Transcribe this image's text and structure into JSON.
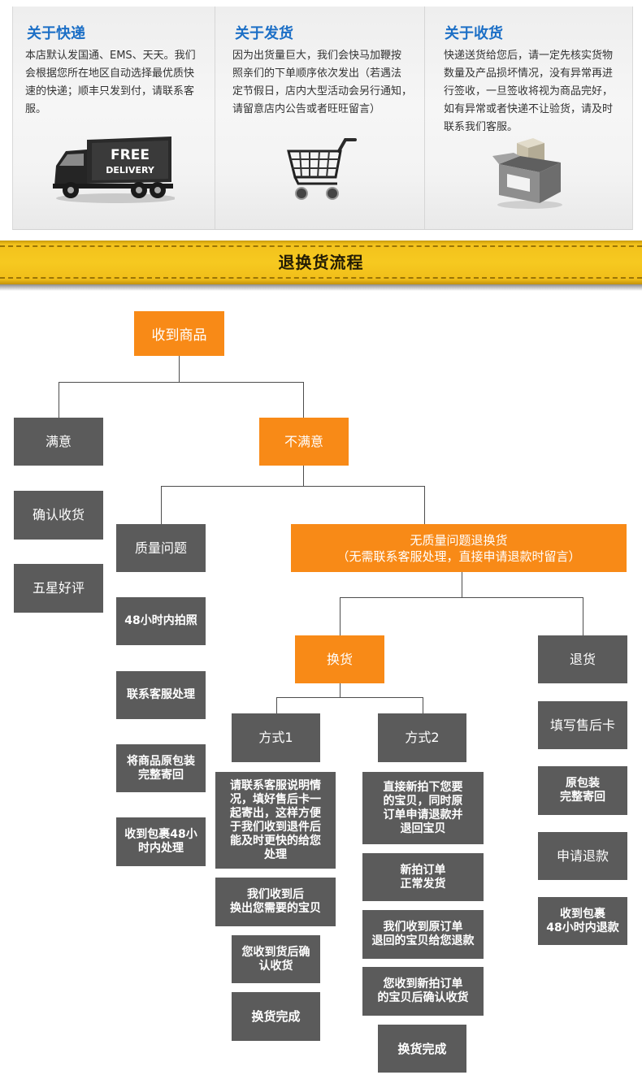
{
  "colors": {
    "accent_orange": "#f88a17",
    "node_gray": "#5b5b5b",
    "title_blue": "#1c6fc6",
    "banner_yellow": "#f4c41c"
  },
  "info_panels": [
    {
      "title": "关于快递",
      "text": "本店默认发国通、EMS、天天。我们\n会根据您所在地区自动选择最优质快\n速的快递；顺丰只发到付，请联系客\n服。",
      "icon": "truck-icon",
      "icon_text": [
        "FREE",
        "DELIVERY"
      ]
    },
    {
      "title": "关于发货",
      "text": "因为出货量巨大，我们会快马加鞭按\n照亲们的下单顺序依次发出（若遇法\n定节假日，店内大型活动会另行通知，\n请留意店内公告或者旺旺留言）",
      "icon": "shopping-cart-icon"
    },
    {
      "title": "关于收货",
      "text": "快递送货给您后，请一定先核实货物\n数量及产品损坏情况，没有异常再进\n行签收，一旦签收将视为商品完好，\n如有异常或者快递不让验货，请及时\n联系我们客服。",
      "icon": "package-box-icon"
    }
  ],
  "banner": {
    "title": "退换货流程"
  },
  "flow": {
    "received": "收到商品",
    "satisfied": "满意",
    "satisfied_steps": [
      "确认收货",
      "五星好评"
    ],
    "unsatisfied": "不满意",
    "quality_issue": "质量问题",
    "quality_steps": [
      "48小时内拍照",
      "联系客服处理",
      "将商品原包装\n完整寄回",
      "收到包裹48小\n时内处理"
    ],
    "no_quality_issue": "无质量问题退换货\n（无需联系客服处理，直接申请退款时留言）",
    "exchange": "换货",
    "method1": {
      "label": "方式1",
      "steps": [
        "请联系客服说明情\n况，填好售后卡一\n起寄出，这样方便\n于我们收到退件后\n能及时更快的给您\n处理",
        "我们收到后\n换出您需要的宝贝",
        "您收到货后确\n认收货",
        "换货完成"
      ]
    },
    "method2": {
      "label": "方式2",
      "steps": [
        "直接新拍下您要\n的宝贝，同时原\n订单申请退款并\n退回宝贝",
        "新拍订单\n正常发货",
        "我们收到原订单\n退回的宝贝给您退款",
        "您收到新拍订单\n的宝贝后确认收货",
        "换货完成"
      ]
    },
    "return": {
      "label": "退货",
      "steps": [
        "填写售后卡",
        "原包装\n完整寄回",
        "申请退款",
        "收到包裹\n48小时内退款"
      ]
    }
  }
}
